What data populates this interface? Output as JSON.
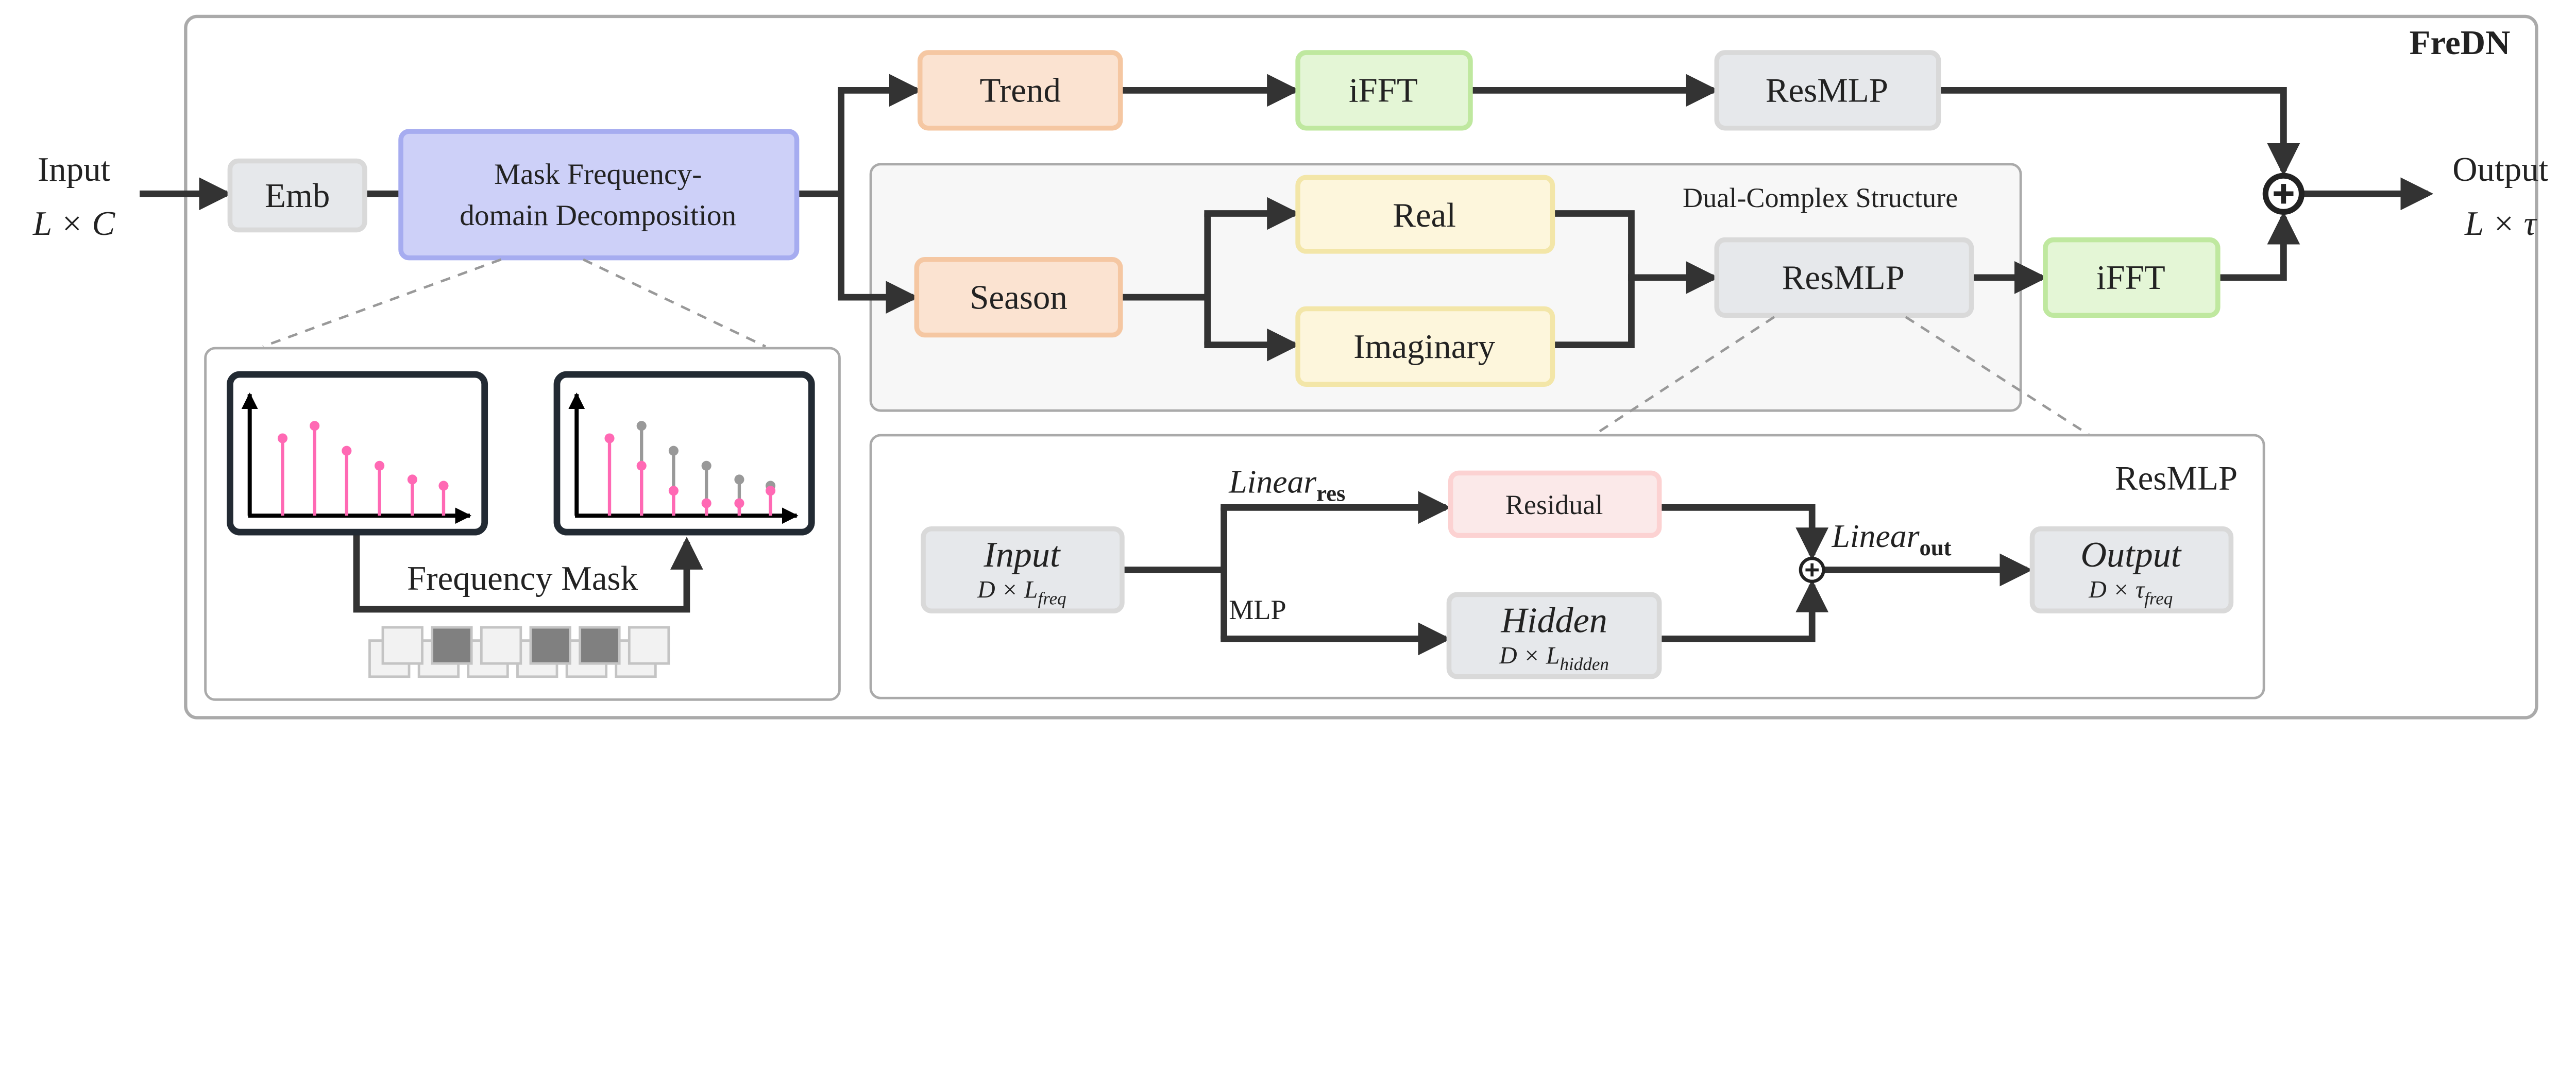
{
  "title": "FreDN",
  "input": {
    "label": "Input",
    "shape": "L × C"
  },
  "output": {
    "label": "Output",
    "shape": "L × τ"
  },
  "blocks": {
    "emb": "Emb",
    "mask_line1": "Mask Frequency-",
    "mask_line2": "domain Decomposition",
    "trend": "Trend",
    "ifft_top": "iFFT",
    "resmlp_top": "ResMLP",
    "season": "Season",
    "real": "Real",
    "imaginary": "Imaginary",
    "resmlp_mid": "ResMLP",
    "ifft_mid": "iFFT"
  },
  "dual_complex": {
    "label": "Dual-Complex Structure"
  },
  "frequency_mask": {
    "label": "Frequency Mask",
    "original_spectrum": [
      0.62,
      0.72,
      0.52,
      0.4,
      0.29,
      0.24
    ],
    "masked_spectrum": [
      0.62,
      0.4,
      0.2,
      0.1,
      0.1,
      0.2
    ],
    "mask_pattern": [
      0,
      1,
      0,
      1,
      1,
      0
    ],
    "colors": {
      "kept": "#ff69b4",
      "removed": "#999999",
      "mask_on": "#808080",
      "mask_off": "#f2f2f2"
    }
  },
  "resmlp_detail": {
    "label": "ResMLP",
    "input_title": "Input",
    "input_shape": "D × L",
    "input_sub": "freq",
    "linear_res": "Linear",
    "linear_res_sub": "res",
    "mlp": "MLP",
    "residual": "Residual",
    "hidden_title": "Hidden",
    "hidden_shape": "D × L",
    "hidden_sub": "hidden",
    "linear_out": "Linear",
    "linear_out_sub": "out",
    "output_title": "Output",
    "output_shape": "D × τ",
    "output_sub": "freq"
  },
  "colors": {
    "mask_fill": "#cdd0f8",
    "mask_stroke": "#a6acf0",
    "orange_fill": "#fbe3d1",
    "orange_stroke": "#f5c7a2",
    "green_fill": "#e4f6d6",
    "green_stroke": "#bfe89f",
    "yellow_fill": "#fdf6dc",
    "yellow_stroke": "#f3e6a8",
    "red_fill": "#fbe9e9",
    "red_stroke": "#fcd2d2"
  }
}
